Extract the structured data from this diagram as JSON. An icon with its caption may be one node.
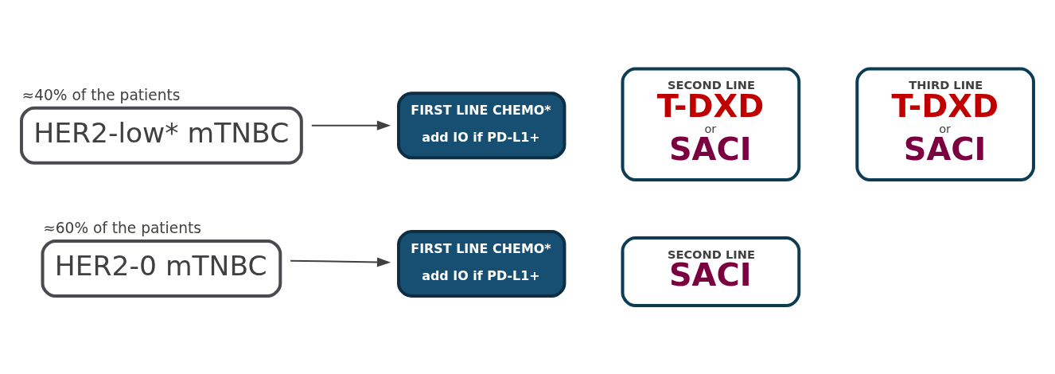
{
  "diagram": {
    "nodes": [
      {
        "text": [
          "HER2-low* mTNBC"
        ],
        "beside": [
          "≈40% of the patients"
        ]
      },
      {
        "text": [
          "FIRST LINE CHEMO*",
          "add IO if PD-L1+"
        ]
      },
      {
        "text": [
          "SECOND LINE",
          "T-DXD",
          "or",
          "SACI"
        ]
      },
      {
        "text": [
          "THIRD LINE",
          "T-DXD",
          "or",
          "SACI"
        ]
      },
      {
        "text": [
          "HER2-0 mTNBC"
        ],
        "beside": [
          "≈60% of the patients"
        ]
      },
      {
        "text": [
          "FIRST LINE CHEMO*",
          "add IO if PD-L1+"
        ]
      },
      {
        "text": [
          "SECOND LINE",
          "SACI"
        ]
      }
    ],
    "edges": [
      {
        "from": 0,
        "to": 1,
        "arrow": "to"
      },
      {
        "from": 4,
        "to": 5,
        "arrow": "to"
      }
    ]
  }
}
